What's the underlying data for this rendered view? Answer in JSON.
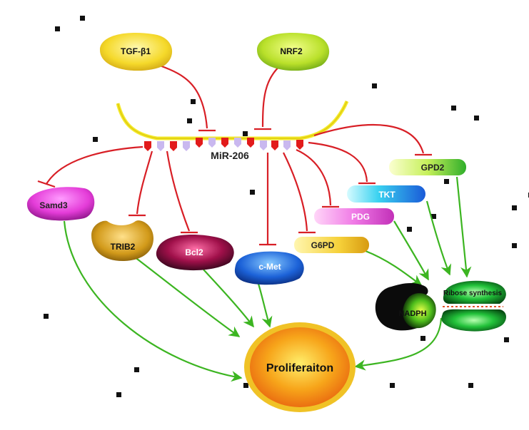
{
  "labels": {
    "tgf": "TGF-β1",
    "nrf2": "NRF2",
    "mir": "MiR-206",
    "samd3": "Samd3",
    "trib2": "TRIB2",
    "bcl2": "Bcl2",
    "cmet": "c-Met",
    "g6pd": "G6PD",
    "pdg": "PDG",
    "tkt": "TKT",
    "gpd2": "GPD2",
    "nadph": "NADPH",
    "ribose": "Ribose synthesis",
    "prolif": "Proliferaiton"
  },
  "colors": {
    "inhibit": "#d81f26",
    "activate": "#3cb521",
    "mirna": "#f3ea2a"
  }
}
